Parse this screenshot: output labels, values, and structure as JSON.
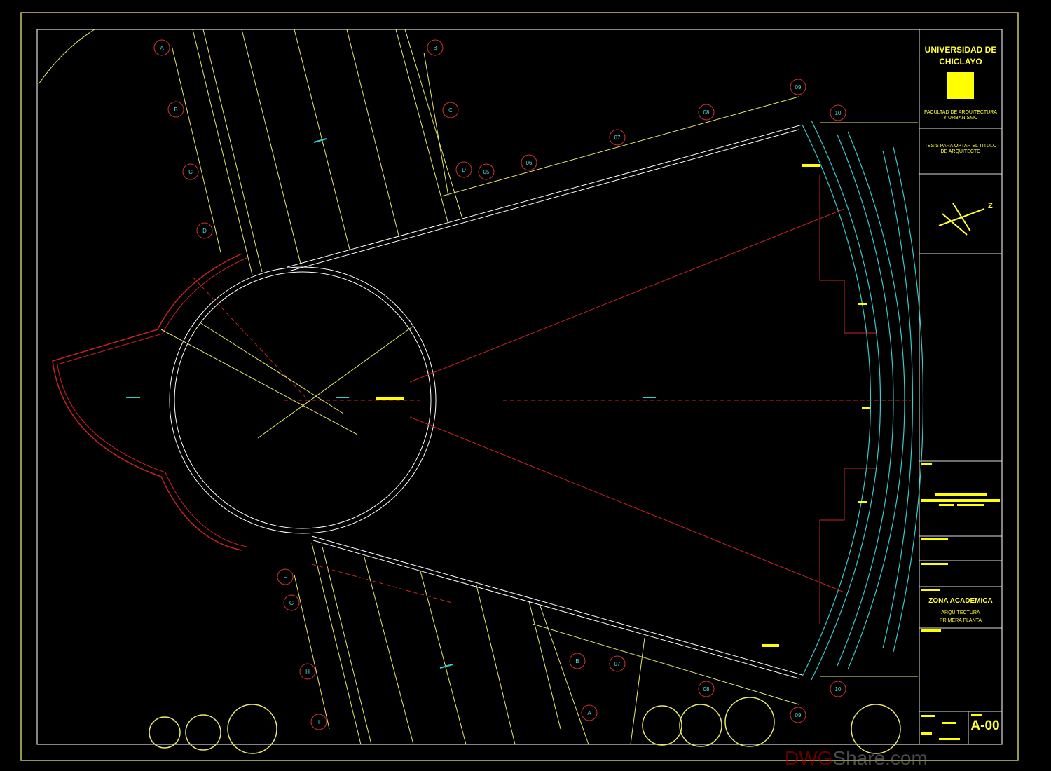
{
  "title_block": {
    "university": "UNIVERSIDAD DE CHICLAYO",
    "faculty": "FACULTAD DE ARQUITECTURA Y URBANISMO",
    "thesis": "TESIS PARA OPTAR EL TITULO DE ARQUITECTO",
    "north_label": "Z",
    "zone": "ZONA ACADEMICA",
    "discipline": "ARQUITECTURA",
    "level": "PRIMERA PLANTA",
    "sheet": "A-00"
  },
  "grid_bubbles": [
    "A",
    "B",
    "C",
    "D",
    "B",
    "C",
    "D",
    "05",
    "06",
    "07",
    "08",
    "09",
    "10",
    "F",
    "G",
    "H",
    "I",
    "B",
    "A",
    "07",
    "08",
    "09",
    "10"
  ],
  "watermark": {
    "brand_a": "DWG",
    "brand_b": "Share.com"
  },
  "colors": {
    "background": "#000000",
    "frame": "#e8e86a",
    "walls": "#ffffff",
    "axis": "#cc2222",
    "cyan": "#33cccc",
    "text": "#ffff33"
  }
}
